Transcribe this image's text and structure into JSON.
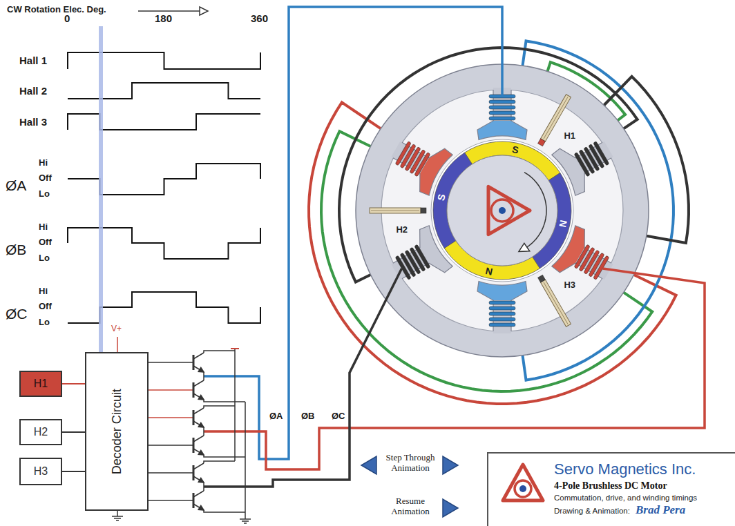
{
  "diagram": {
    "nodes": [
      {
        "text": [
          "H1"
        ]
      },
      {
        "text": [
          "H2"
        ]
      },
      {
        "text": [
          "H3"
        ]
      },
      {
        "text": [
          "Decoder Circuit"
        ]
      },
      {
        "text": [
          "Servo Magnetics Inc.",
          "4-Pole Brushless DC Motor",
          "Commutation, drive, and winding timings",
          "Drawing & Animation:",
          "Brad Pera"
        ]
      }
    ],
    "edges": [
      {
        "from": 0,
        "to": 3,
        "arrow": "none"
      },
      {
        "from": 1,
        "to": 3,
        "arrow": "none"
      },
      {
        "from": 2,
        "to": 3,
        "arrow": "none"
      }
    ],
    "labels": [
      "CW Rotation Elec. Deg.",
      "0",
      "180",
      "360",
      "Hall 1",
      "Hall 2",
      "Hall 3",
      "ØA",
      "Hi",
      "Off",
      "Lo",
      "ØB",
      "Hi",
      "Off",
      "Lo",
      "ØC",
      "Hi",
      "Off",
      "Lo",
      "V+",
      "ØA",
      "ØB",
      "ØC",
      "S",
      "N",
      "N",
      "S",
      "H1",
      "H2",
      "H3",
      "Step Through Animation",
      "Resume Animation"
    ]
  }
}
